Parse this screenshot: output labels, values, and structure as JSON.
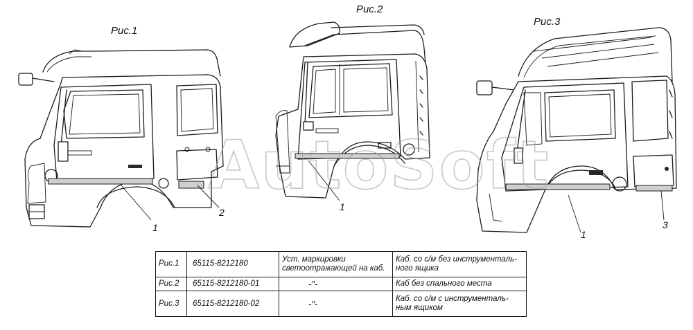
{
  "figures": [
    {
      "label": "Рис.1",
      "callouts": [
        "1",
        "2"
      ]
    },
    {
      "label": "Рис.2",
      "callouts": [
        "1"
      ]
    },
    {
      "label": "Рис.3",
      "callouts": [
        "1",
        "3"
      ]
    }
  ],
  "watermark": "AutoSoft",
  "table": {
    "rows": [
      {
        "fig": "Рис.1",
        "number": "65115-8212180",
        "name": "Уст. маркировки светоотражающей на каб.",
        "note": "Каб. со с/м без инструменталь-ного ящика"
      },
      {
        "fig": "Рис.2",
        "number": "65115-8212180-01",
        "name": "-\"-",
        "note": "Каб без спального места"
      },
      {
        "fig": "Рис.3",
        "number": "65115-8212180-02",
        "name": "-\"-",
        "note": "Каб. со с/м с инструменталь-ным ящиком"
      }
    ]
  }
}
